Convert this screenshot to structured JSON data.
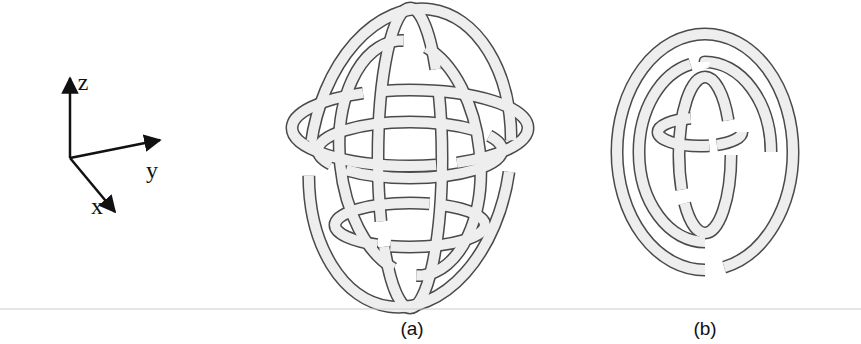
{
  "diagram": {
    "labels": [
      "z",
      "y",
      "x",
      "(a)",
      "(b)"
    ]
  }
}
